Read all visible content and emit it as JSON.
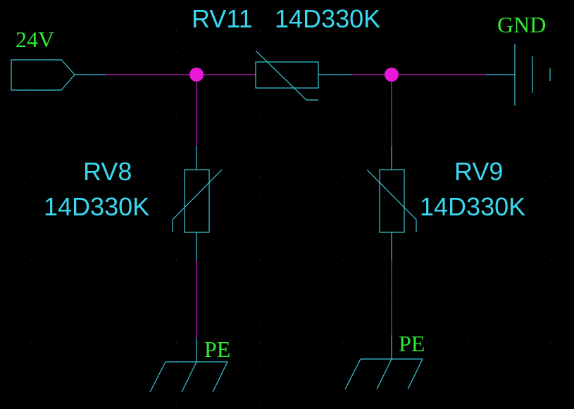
{
  "colors": {
    "background": "#000000",
    "wire": "#d020c0",
    "component": "#3cc8d8",
    "component_label": "#3ad8f0",
    "net_label": "#33e833",
    "junction": "#e818d8"
  },
  "components": {
    "rv11": {
      "ref": "RV11",
      "value": "14D330K"
    },
    "rv8": {
      "ref": "RV8",
      "value": "14D330K"
    },
    "rv9": {
      "ref": "RV9",
      "value": "14D330K"
    }
  },
  "nets": {
    "input": "24V",
    "ground": "GND",
    "pe_left": "PE",
    "pe_right": "PE"
  },
  "icons": [
    "port-icon",
    "varistor-icon",
    "ground-icon",
    "pe-earth-icon",
    "junction-dot-icon"
  ]
}
